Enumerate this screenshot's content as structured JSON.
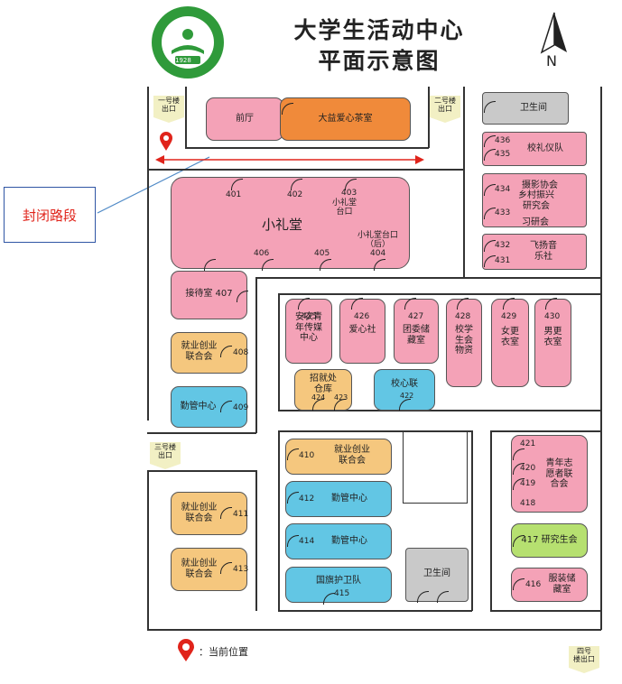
{
  "header": {
    "title_line1": "大学生活动中心",
    "title_line2": "平面示意图",
    "logo_year": "1928",
    "north_label": "N"
  },
  "annotation": {
    "label": "封闭路段"
  },
  "exits": {
    "exit1": "一号楼\n出口",
    "exit2": "二号楼\n出口",
    "exit3": "三号楼\n出口",
    "exit4": "四号\n楼出口"
  },
  "rooms": {
    "foyer": "前厅",
    "teahouse": "大益爱心茶室",
    "restroom_top": "卫生间",
    "etiquette": "校礼仪队",
    "photography": "摄影协会",
    "rural_revival": "乡村振兴\n研究会",
    "study": "习研会",
    "flying_music": "飞扬音\n乐社",
    "auditorium": "小礼堂",
    "stage_front": "小礼堂\n台口",
    "stage_back": "小礼堂台口\n（后）",
    "reception": "接待室",
    "anong": "安农青\n年传媒\n中心",
    "love_club": "爱心社",
    "league_store": "团委储\n藏室",
    "student_supplies": "校学\n生会\n物资",
    "female_change": "女更\n衣室",
    "male_change": "男更\n衣室",
    "employ_warehouse": "招就处\n仓库",
    "school_union": "校心联",
    "employ_union_408": "就业创业\n联合会",
    "work_study_409": "勤管中心",
    "employ_union_410": "就业创业\n联合会",
    "work_study_412": "勤管中心",
    "work_study_414": "勤管中心",
    "flag_guard": "国旗护卫队",
    "restroom_bottom": "卫生间",
    "youth_volunteer": "青年志\n愿者联\n合会",
    "grad_union": "研究生会",
    "costume_store": "服装储\n藏室",
    "employ_union_411": "就业创业\n联合会",
    "employ_union_413": "就业创业\n联合会"
  },
  "room_numbers": {
    "n401": "401",
    "n402": "402",
    "n403": "403",
    "n404": "404",
    "n405": "405",
    "n406": "406",
    "n407": "407",
    "n408": "408",
    "n409": "409",
    "n410": "410",
    "n411": "411",
    "n412": "412",
    "n413": "413",
    "n414": "414",
    "n415": "415",
    "n416": "416",
    "n417": "417",
    "n418": "418",
    "n419": "419",
    "n420": "420",
    "n421": "421",
    "n422": "422",
    "n423": "423",
    "n424": "424",
    "n425": "425",
    "n426": "426",
    "n427": "427",
    "n428": "428",
    "n429": "429",
    "n430": "430",
    "n431": "431",
    "n432": "432",
    "n433": "433",
    "n434": "434",
    "n435": "435",
    "n436": "436"
  },
  "legend": {
    "current_location": "：当前位置"
  },
  "colors": {
    "pink": "#f4a2b7",
    "orange": "#f08a3a",
    "tan": "#f5c77e",
    "blue": "#62c6e4",
    "green": "#b6e070",
    "gray": "#c9c9c9",
    "logo_green": "#2f9a3a",
    "marker_red": "#e0241b",
    "arrow_red": "#e0241b",
    "callout_blue": "#2f55a4"
  },
  "icons": [
    "logo-emblem",
    "north-arrow-icon",
    "location-pin-icon",
    "door-icon"
  ]
}
